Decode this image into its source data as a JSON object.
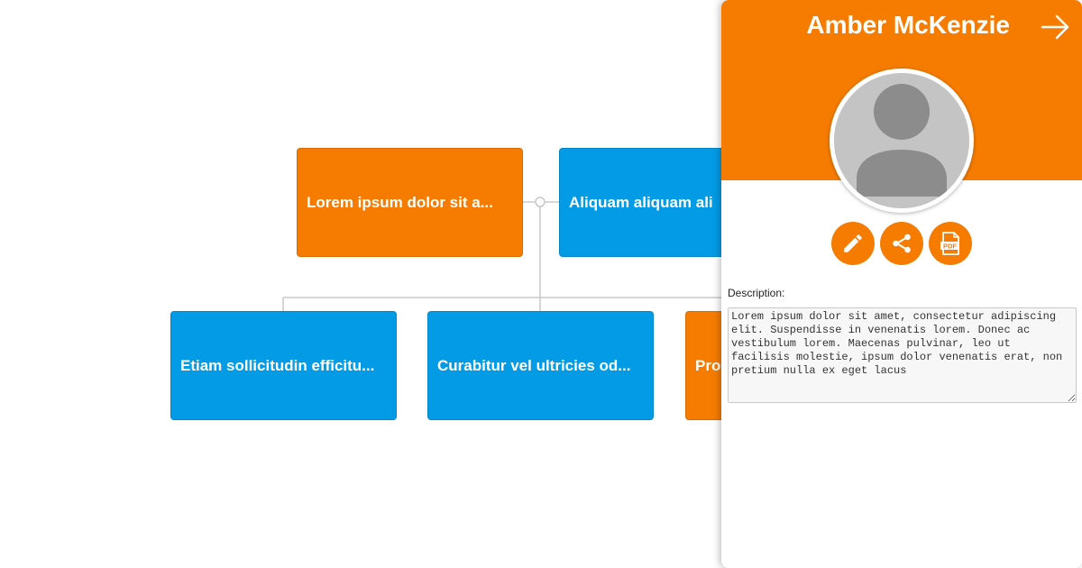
{
  "colors": {
    "orange": "#f57c00",
    "blue": "#039be5",
    "connector": "#c8c8c8"
  },
  "chart": {
    "nodes": [
      {
        "id": "n1",
        "label": "Lorem ipsum dolor sit a...",
        "color": "orange"
      },
      {
        "id": "n2",
        "label": "Aliquam aliquam ali",
        "color": "blue"
      },
      {
        "id": "n3",
        "label": "Etiam sollicitudin efficitu...",
        "color": "blue"
      },
      {
        "id": "n4",
        "label": "Curabitur vel ultricies od...",
        "color": "blue"
      },
      {
        "id": "n5",
        "label": "Pro",
        "color": "orange"
      }
    ]
  },
  "panel": {
    "title": "Amber McKenzie",
    "close_icon": "arrow-right-icon",
    "avatar_icon": "person-icon",
    "actions": [
      {
        "name": "edit-button",
        "icon": "pencil-icon"
      },
      {
        "name": "share-button",
        "icon": "share-icon"
      },
      {
        "name": "pdf-button",
        "icon": "pdf-icon",
        "icon_text": "PDF"
      }
    ],
    "description_label": "Description:",
    "description": "Lorem ipsum dolor sit amet, consectetur adipiscing elit. Suspendisse in venenatis lorem. Donec ac vestibulum lorem. Maecenas pulvinar, leo ut facilisis molestie, ipsum dolor venenatis erat, non pretium nulla ex eget lacus"
  }
}
